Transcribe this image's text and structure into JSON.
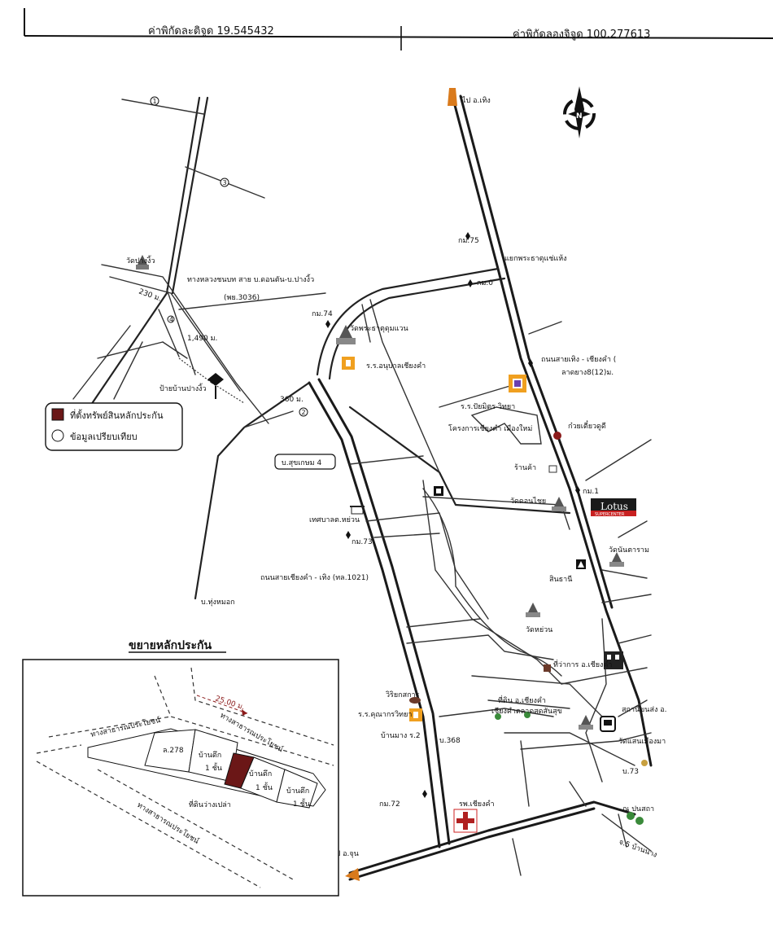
{
  "header": {
    "latitude": "ค่าพิกัดละติจูด 19.545432",
    "longitude": "ค่าพิกัดลองจิจูด 100.277613"
  },
  "legend": {
    "collateral": "ที่ตั้งทรัพย์สินหลักประกัน",
    "comparable": "ข้อมูลเปรียบเทียบ",
    "collateral_color": "#6b1717"
  },
  "labels": {
    "to_thoeng": "ไป อ.เทิง",
    "to_chun": "ไป อ.จุน",
    "km75": "กม.75",
    "km0": "กม.0",
    "km74": "กม.74",
    "km73": "กม.73",
    "km72": "กม.72",
    "km1": "กม.1",
    "junction_phraya": "แยกพระธาตุแช่แห้ง",
    "rural_road": "ทางหลวงชนบท สาย บ.ดอนตัน-บ.ปางงิ้ว",
    "rural_road_code": "(พย.3036)",
    "wat_pang_ngiw": "วัดปางงิ้ว",
    "dist_230": "230 ม.",
    "dist_1490": "1,490 ม.",
    "dist_360": "360 ม.",
    "bus_stop": "ป้ายบ้านปางงิ้ว",
    "wat_phrathat": "วัดพระธาตุดุมแวน",
    "school_anuban": "ร.ร.อนุบาลเชียงคำ",
    "road_thoeng": "ถนนสายเทิง - เชียงคำ (",
    "road_thoeng2": "ลาดยาง8(12)ม.",
    "school_mittraphap": "ร.ร.ปัยมิตร วิทยา",
    "housing_project": "โครงการเชียงคำ เมืองใหม่",
    "noodle_shop": "ก๋วยเตี๋ยวดูดี",
    "shop": "ร้านค้า",
    "wat_don_chai": "วัดดอนไชย",
    "lotus": "Lotus",
    "lotus_sub": "SUPERCENTER",
    "municipality": "เทศบาลต.หย่วน",
    "wat_nan_tharam": "วัดนันตาราม",
    "sinthanee": "สินธานี",
    "road_1021": "ถนนสายเชียงคำ - เทิง (ทล.1021)",
    "wat_yuan": "วัดหย่วน",
    "ban_thung_mok": "บ.ทุ่งหมอก",
    "district_office": "ที่ว่าการ อ.เชียงคำ",
    "police": "วิริยกสการ",
    "market": "ที่ดิน อ.เชียงคำ",
    "market2": "เชียงคำตลาดสดสันสุข",
    "school_khunathon": "ร.ร.คุณากรวิทยา",
    "ban_mai": "บ้านมาง ร.2",
    "km368": "บ.368",
    "stadium": "สถานีขนส่ง อ.",
    "wat_saen": "วัดแสนเมืองมา",
    "hospital": "รพ.เชียงคำ",
    "wat_sri": "ณ ปนสถา",
    "ban_73": "บ.73",
    "ban_pan": "จ.5 บ้านนาง",
    "sukhakasem": "บ.สุขเกษม 4",
    "n1": "1",
    "n2": "2",
    "n3": "3",
    "n4": "4",
    "north": "N"
  },
  "inset": {
    "title": "ขยายหลักประกัน",
    "public_road_1": "ทางสาธารณประโยชน์",
    "public_road_2": "ทางสาธารณประโยชน์",
    "public_road_3": "ทางสาธารณประโยชน์",
    "distance": "25.00 ม.",
    "plot_278": "ล.278",
    "house_1_line1": "บ้านตึก",
    "house_1_line2": "1 ชั้น",
    "house_2_line1": "บ้านตึก",
    "house_2_line2": "1 ชั้น",
    "house_3_line1": "บ้านตึก",
    "house_3_line2": "1 ชั้น",
    "empty_land": "ที่ดินว่างเปล่า"
  }
}
